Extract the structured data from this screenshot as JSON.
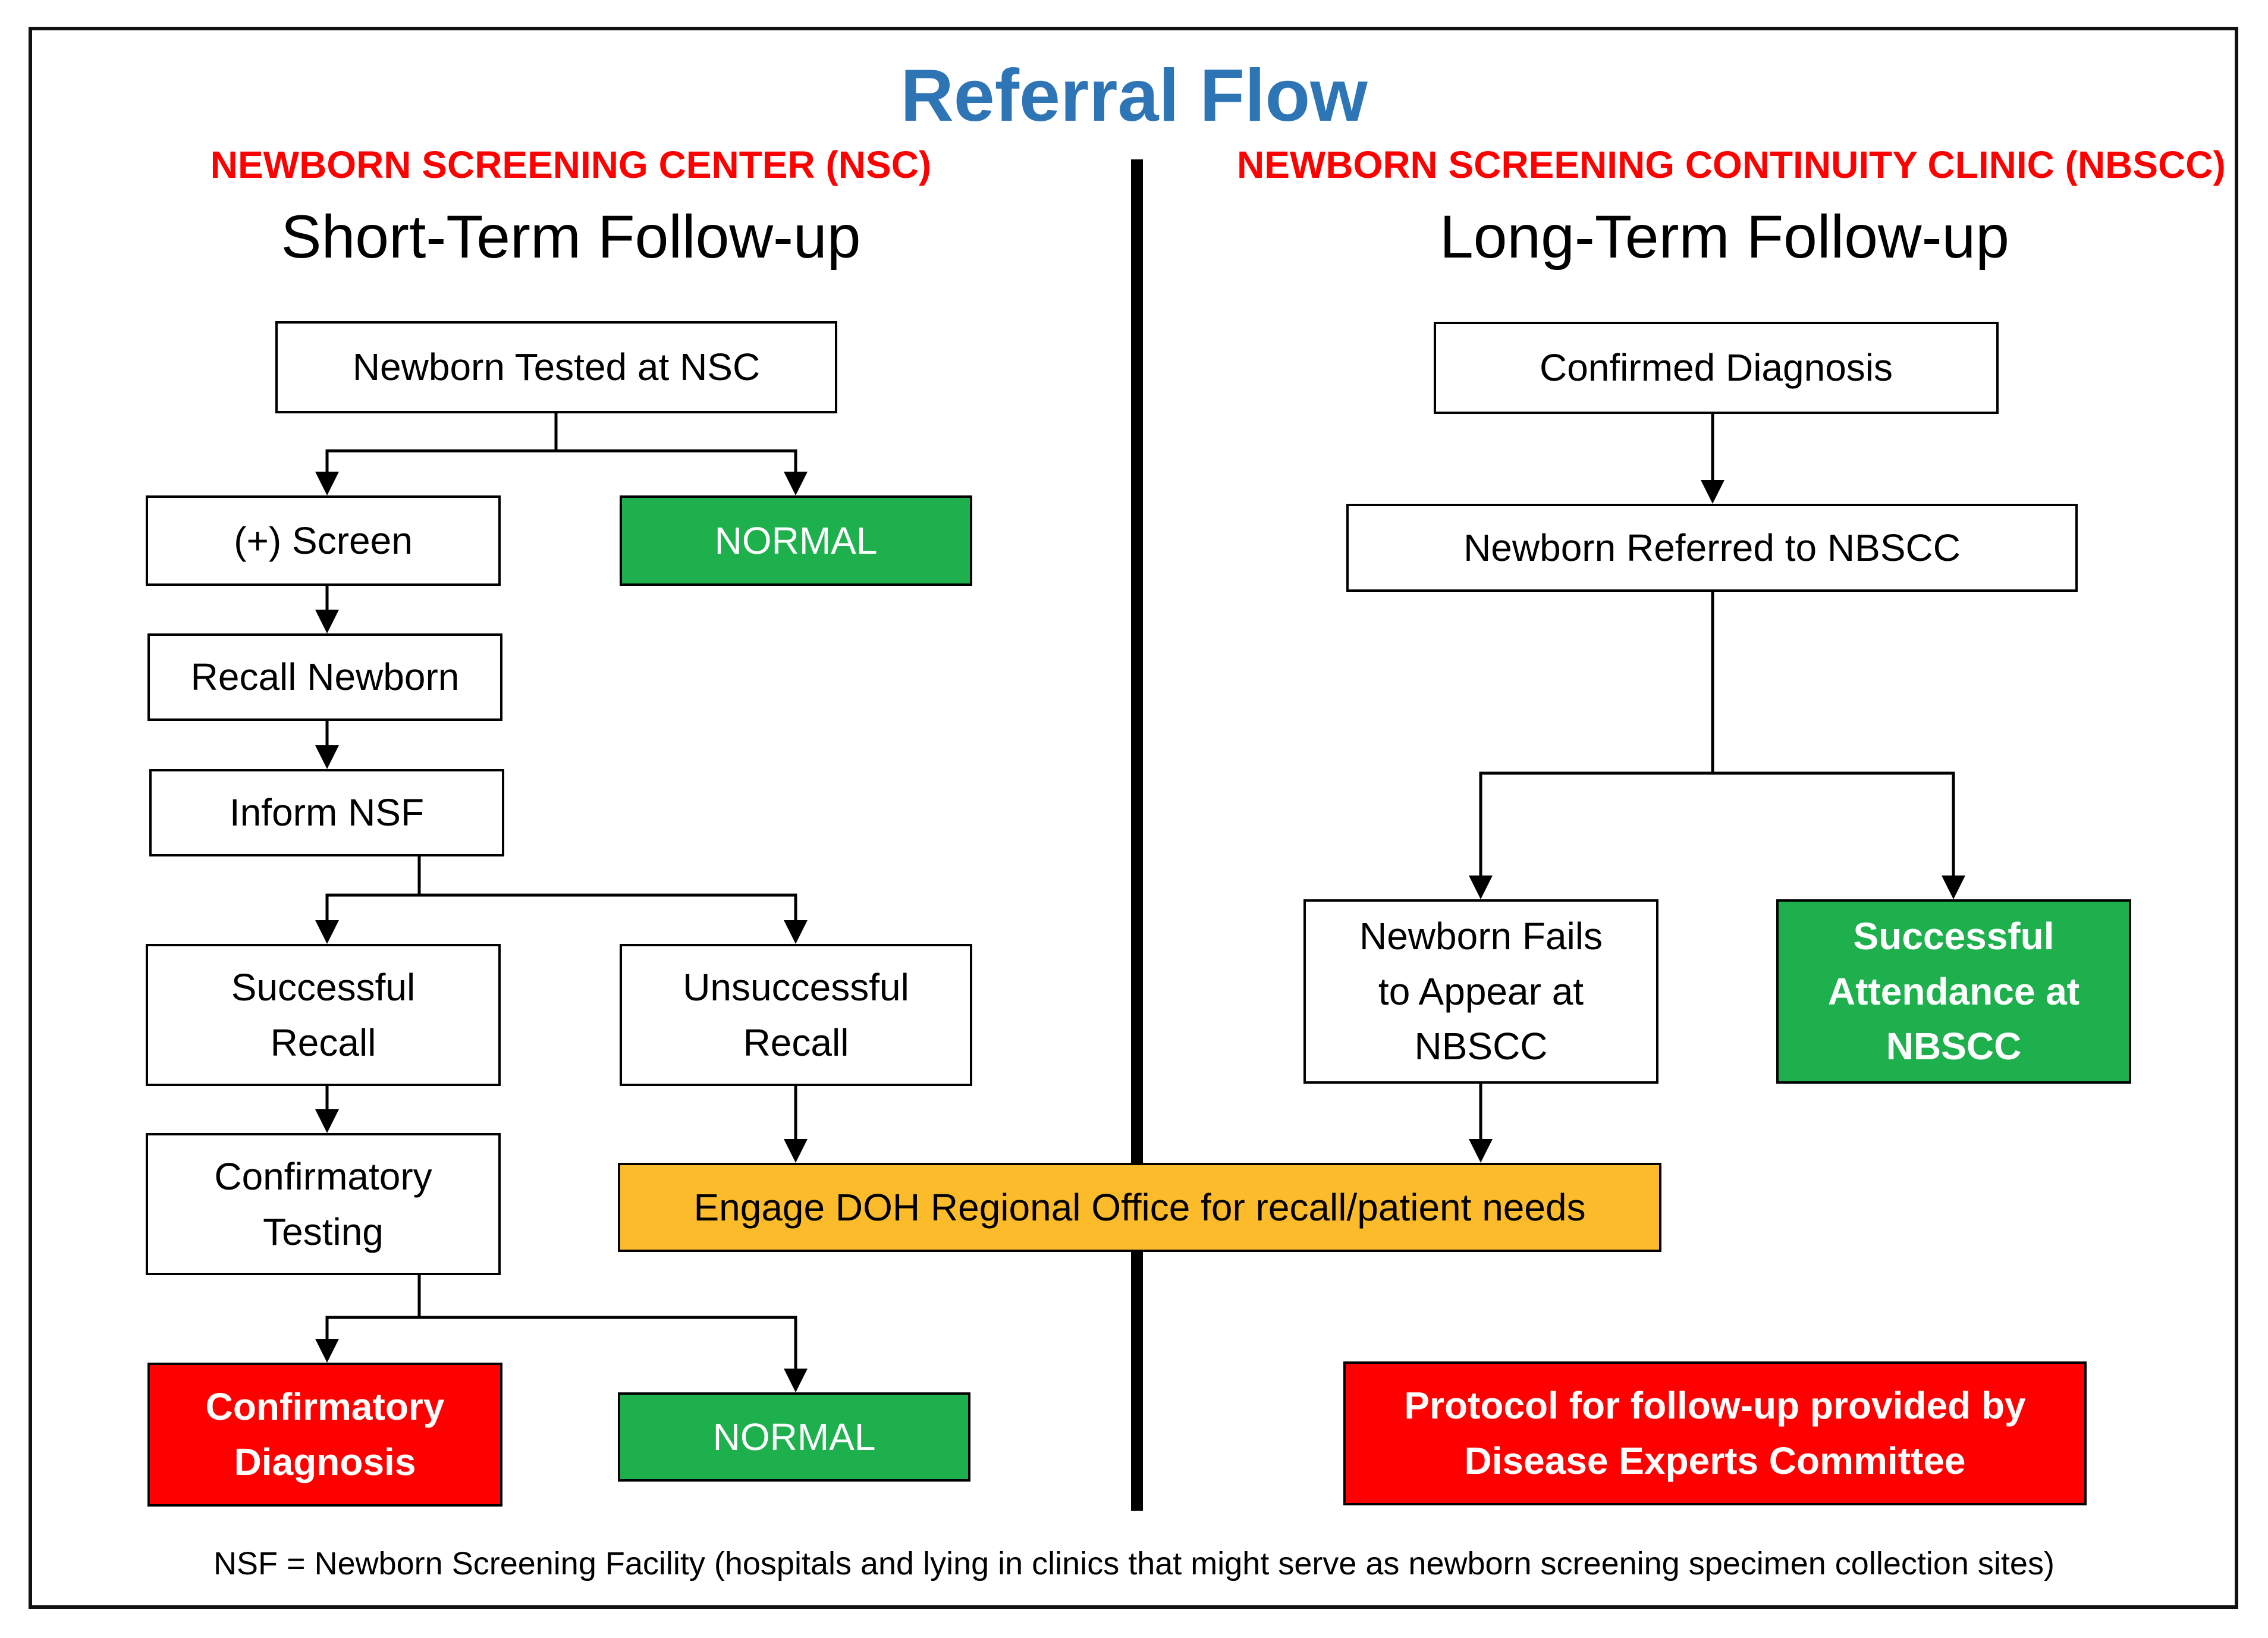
{
  "title": "Referral Flow",
  "left": {
    "organization": "NEWBORN SCREENING CENTER (NSC)",
    "phase": "Short-Term Follow-up",
    "boxes": {
      "tested": "Newborn Tested at NSC",
      "positive_screen": "(+) Screen",
      "normal_1": "NORMAL",
      "recall": "Recall Newborn",
      "inform": "Inform NSF",
      "successful_recall": [
        "Successful",
        "Recall"
      ],
      "unsuccessful_recall": [
        "Unsuccessful",
        "Recall"
      ],
      "confirmatory_testing": [
        "Confirmatory",
        "Testing"
      ],
      "confirmatory_diagnosis": [
        "Confirmatory",
        "Diagnosis"
      ],
      "normal_2": "NORMAL"
    }
  },
  "right": {
    "organization": "NEWBORN SCREENING CONTINUITY CLINIC (NBSCC)",
    "phase": "Long-Term Follow-up",
    "boxes": {
      "confirmed": "Confirmed Diagnosis",
      "referred": "Newborn Referred to NBSCC",
      "fails": [
        "Newborn Fails",
        "to Appear at",
        "NBSCC"
      ],
      "successful_attendance": [
        "Successful",
        "Attendance at",
        "NBSCC"
      ],
      "protocol": [
        "Protocol for follow-up provided by",
        "Disease Experts Committee"
      ]
    }
  },
  "shared": {
    "engage": "Engage DOH Regional Office for recall/patient needs"
  },
  "footnote": "NSF = Newborn Screening Facility (hospitals and lying in clinics that might serve as newborn screening specimen collection sites)",
  "colors": {
    "title": "#2e75b6",
    "organization": "#ff0000",
    "normal": "#1db04d",
    "alert": "#ff0000",
    "engage": "#fcbb2b"
  }
}
